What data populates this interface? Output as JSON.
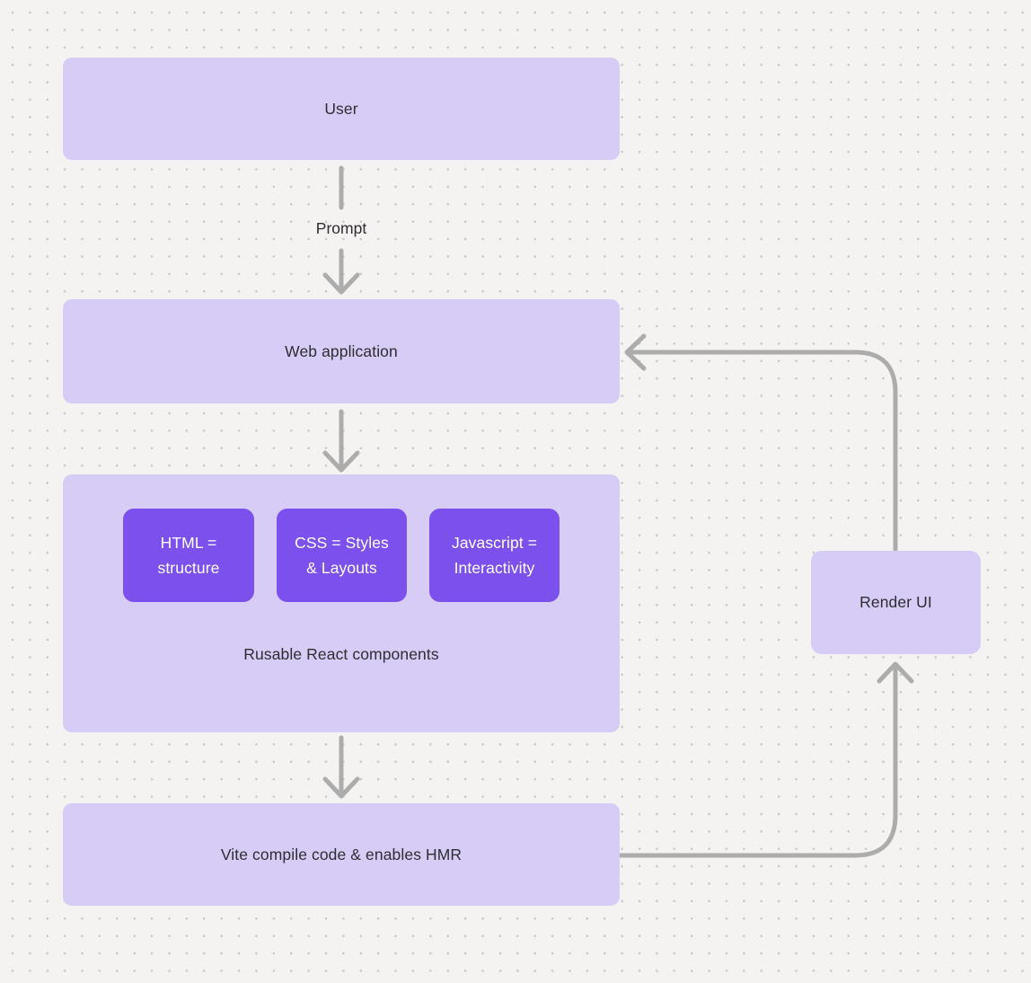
{
  "diagram": {
    "background": {
      "color": "#f4f3f1",
      "dot_color": "#c9c7c3"
    },
    "palette": {
      "node_fill": "#d7ccf6",
      "accent_fill": "#7c50ec",
      "connector": "#acacac",
      "text_dark": "#2e2d32",
      "text_light": "#ffffff"
    },
    "nodes": {
      "user": {
        "label": "User"
      },
      "web_app": {
        "label": "Web application"
      },
      "components_container": {
        "caption": "Rusable React components",
        "items": [
          {
            "label": "HTML = structure"
          },
          {
            "label": "CSS = Styles & Layouts"
          },
          {
            "label": "Javascript = Interactivity"
          }
        ]
      },
      "vite": {
        "label": "Vite compile code & enables HMR"
      },
      "render_ui": {
        "label": "Render UI"
      }
    },
    "edges": {
      "prompt": {
        "label": "Prompt"
      }
    }
  }
}
